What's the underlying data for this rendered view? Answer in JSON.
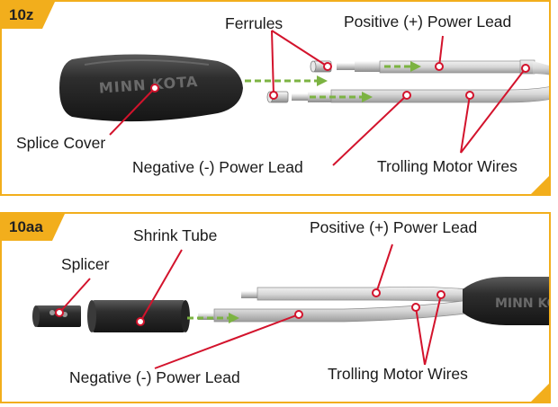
{
  "panels": [
    {
      "tag": "10z",
      "labels": {
        "ferrules": "Ferrules",
        "positive_lead": "Positive (+) Power Lead",
        "splice_cover": "Splice Cover",
        "negative_lead": "Negative (-) Power Lead",
        "trolling_wires": "Trolling Motor Wires"
      },
      "brand_text": "MINN KOTA"
    },
    {
      "tag": "10aa",
      "labels": {
        "shrink_tube": "Shrink Tube",
        "positive_lead": "Positive (+) Power Lead",
        "splicer": "Splicer",
        "negative_lead": "Negative (-) Power Lead",
        "trolling_wires": "Trolling Motor Wires"
      },
      "brand_text": "MINN KOTA"
    }
  ],
  "colors": {
    "border": "#f2ae1c",
    "callout": "#d3132c",
    "arrow": "#7cb342",
    "wire": "#d4d4d4",
    "black_part": "#2b2b2b"
  }
}
